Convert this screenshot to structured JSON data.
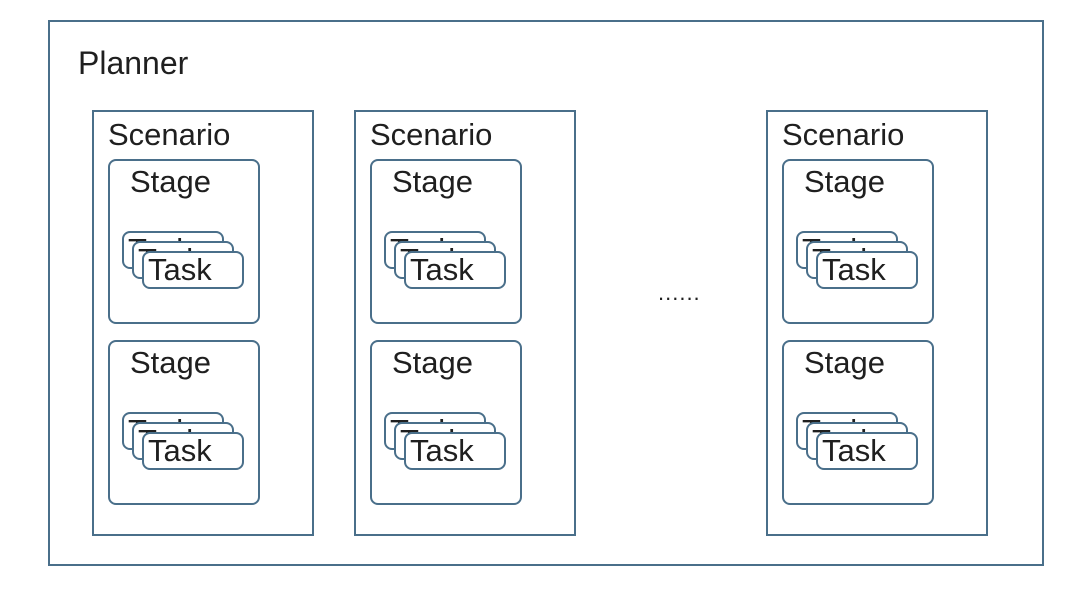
{
  "planner": {
    "title": "Planner"
  },
  "ellipsis": "......",
  "scenarios": [
    {
      "title": "Scenario",
      "stages": [
        {
          "title": "Stage",
          "tasks": [
            "Task",
            "Task",
            "Task"
          ]
        },
        {
          "title": "Stage",
          "tasks": [
            "Task",
            "Task",
            "Task"
          ]
        }
      ]
    },
    {
      "title": "Scenario",
      "stages": [
        {
          "title": "Stage",
          "tasks": [
            "Task",
            "Task",
            "Task"
          ]
        },
        {
          "title": "Stage",
          "tasks": [
            "Task",
            "Task",
            "Task"
          ]
        }
      ]
    },
    {
      "title": "Scenario",
      "stages": [
        {
          "title": "Stage",
          "tasks": [
            "Task",
            "Task",
            "Task"
          ]
        },
        {
          "title": "Stage",
          "tasks": [
            "Task",
            "Task",
            "Task"
          ]
        }
      ]
    }
  ],
  "colors": {
    "border": "#4a6f8a",
    "text": "#1f1f1f",
    "background": "#ffffff"
  }
}
